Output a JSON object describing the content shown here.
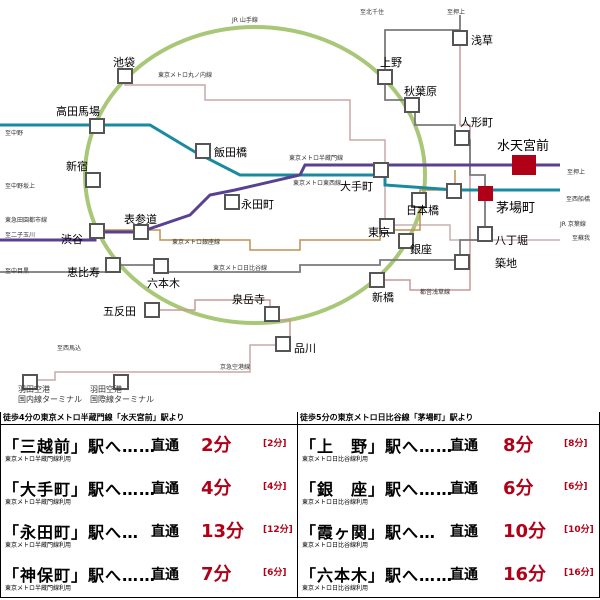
{
  "map": {
    "stations": {
      "ikebukuro": "池袋",
      "takadanobaba": "高田馬場",
      "shinjuku": "新宿",
      "iidabashi": "飯田橋",
      "nagatacho": "永田町",
      "omotesando": "表参道",
      "shibuya": "渋谷",
      "ebisu": "恵比寿",
      "roppongi": "六本木",
      "gotanda": "五反田",
      "sengakuji": "泉岳寺",
      "shinagawa": "品川",
      "shimbashi": "新橋",
      "ginza": "銀座",
      "tokyo": "東京",
      "nihombashi": "日本橋",
      "otemachi": "大手町",
      "akihabara": "秋葉原",
      "ueno": "上野",
      "asakusa": "浅草",
      "ningyocho": "人形町",
      "suitengumae": "水天宮前",
      "kayabacho": "茅場町",
      "hatchobori": "八丁堀",
      "tsukiji": "築地",
      "haneda_domestic_1": "羽田空港",
      "haneda_domestic_2": "国内線ターミナル",
      "haneda_intl_1": "羽田空港",
      "haneda_intl_2": "国際線ターミナル"
    },
    "lines": {
      "yamanote": "JR 山手線",
      "marunouchi": "東京メトロ丸ノ内線",
      "hanzomon": "東京メトロ半蔵門線",
      "tozai": "東京メトロ東西線",
      "ginza": "東京メトロ銀座線",
      "hibiya": "東京メトロ日比谷線",
      "asakusa": "都営浅草線",
      "keikyu": "京急空港線",
      "keiyo": "JR 京葉線"
    },
    "directions": {
      "to_senju": "至北千住",
      "to_oshiage_n": "至押上",
      "to_nakano": "至中野",
      "to_nakanosakaue": "至中野坂上",
      "to_toyoko": "東急田園都市線",
      "to_futakotamagawa": "至二子玉川",
      "to_nakameguro": "至中目黒",
      "to_magome": "至西馬込",
      "to_oshiage_e": "至押上",
      "to_nishifunabashi": "至西船橋",
      "to_soga": "至蘇我"
    }
  },
  "colors": {
    "yamanote": "#a8c878",
    "marunouchi": "#c8a8a8",
    "hanzomon": "#5a4090",
    "tozai": "#1a8aa0",
    "ginza": "#c09050",
    "hibiya": "#7a7a7a",
    "asakusa": "#c89898",
    "keikyu": "#c8a8a8",
    "keiyo": "#c8b0b0",
    "highlight": "#b00018"
  },
  "info": {
    "left_header": "徒歩4分の東京メトロ半蔵門線「水天宮前」駅より",
    "right_header": "徒歩5分の東京メトロ日比谷線「茅場町」駅より",
    "left_rows": [
      {
        "station": "「三越前」駅へ……",
        "direct": "直通",
        "minutes": "2分",
        "bracket": "[2分]",
        "note": "東京メトロ半蔵門線利用"
      },
      {
        "station": "「大手町」駅へ……",
        "direct": "直通",
        "minutes": "4分",
        "bracket": "[4分]",
        "note": "東京メトロ半蔵門線利用"
      },
      {
        "station": "「永田町」駅へ…",
        "direct": "直通",
        "minutes": "13分",
        "bracket": "[12分]",
        "note": "東京メトロ半蔵門線利用"
      },
      {
        "station": "「神保町」駅へ……",
        "direct": "直通",
        "minutes": "7分",
        "bracket": "[6分]",
        "note": "東京メトロ半蔵門線利用"
      }
    ],
    "right_rows": [
      {
        "station": "「上　野」駅へ……",
        "direct": "直通",
        "minutes": "8分",
        "bracket": "[8分]",
        "note": "東京メトロ日比谷線利用"
      },
      {
        "station": "「銀　座」駅へ……",
        "direct": "直通",
        "minutes": "6分",
        "bracket": "[6分]",
        "note": "東京メトロ日比谷線利用"
      },
      {
        "station": "「霞ヶ関」駅へ…",
        "direct": "直通",
        "minutes": "10分",
        "bracket": "[10分]",
        "note": "東京メトロ日比谷線利用"
      },
      {
        "station": "「六本木」駅へ……",
        "direct": "直通",
        "minutes": "16分",
        "bracket": "[16分]",
        "note": "東京メトロ日比谷線利用"
      }
    ]
  }
}
